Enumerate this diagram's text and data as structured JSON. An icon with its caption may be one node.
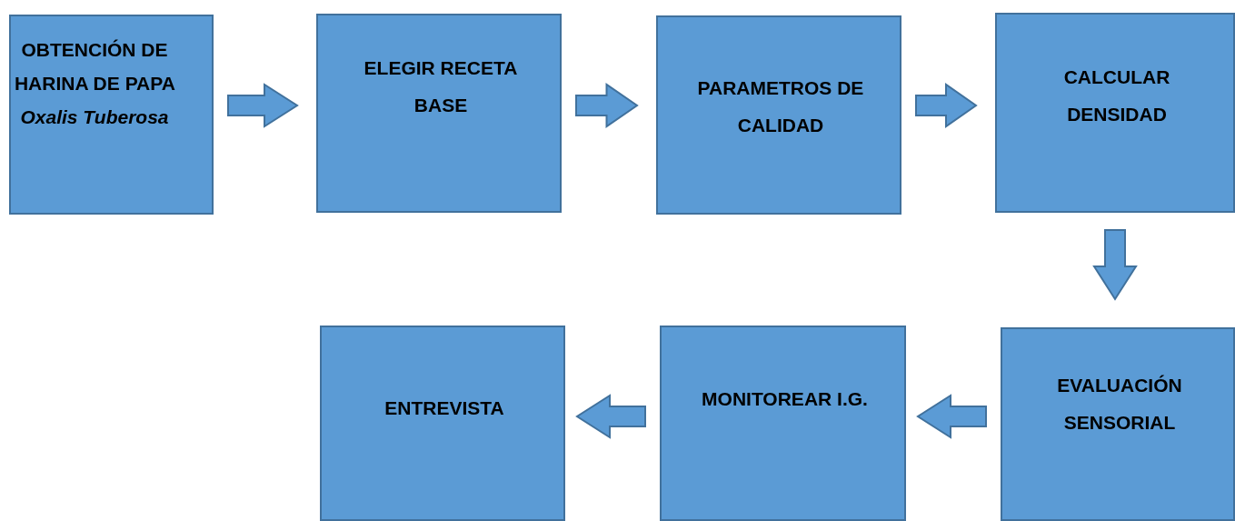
{
  "diagram": {
    "nodes": [
      {
        "text": [
          "OBTENCIÓN DE HARINA DE PAPA *Oxalis Tuberosa*"
        ]
      },
      {
        "text": [
          "ELEGIR RECETA BASE"
        ]
      },
      {
        "text": [
          "PARAMETROS DE CALIDAD"
        ]
      },
      {
        "text": [
          "CALCULAR DENSIDAD"
        ]
      },
      {
        "text": [
          "EVALUACIÓN SENSORIAL"
        ]
      },
      {
        "text": [
          "MONITOREAR I.G."
        ]
      },
      {
        "text": [
          "ENTREVISTA"
        ]
      }
    ],
    "edges": [
      {
        "from": 0,
        "to": 1,
        "arrow": "to"
      },
      {
        "from": 1,
        "to": 2,
        "arrow": "to"
      },
      {
        "from": 2,
        "to": 3,
        "arrow": "to"
      },
      {
        "from": 3,
        "to": 4,
        "arrow": "to"
      },
      {
        "from": 4,
        "to": 5,
        "arrow": "to"
      },
      {
        "from": 5,
        "to": 6,
        "arrow": "to"
      }
    ]
  }
}
